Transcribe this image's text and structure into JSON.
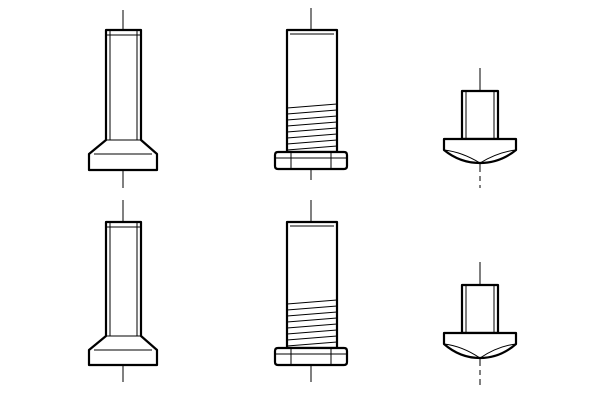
{
  "drawing": {
    "colors": {
      "line": "#000000",
      "background": "#ffffff"
    },
    "rows": [
      {
        "items": [
          {
            "kind": "countersunk-screw",
            "icon": "countersunk-screw-icon"
          },
          {
            "kind": "threaded-pan-head-screw",
            "icon": "threaded-screw-icon"
          },
          {
            "kind": "mushroom-head-rivet",
            "icon": "mushroom-rivet-icon"
          }
        ]
      },
      {
        "items": [
          {
            "kind": "countersunk-screw",
            "icon": "countersunk-screw-icon"
          },
          {
            "kind": "threaded-pan-head-screw",
            "icon": "threaded-screw-icon"
          },
          {
            "kind": "mushroom-head-rivet",
            "icon": "mushroom-rivet-icon"
          }
        ]
      }
    ]
  }
}
